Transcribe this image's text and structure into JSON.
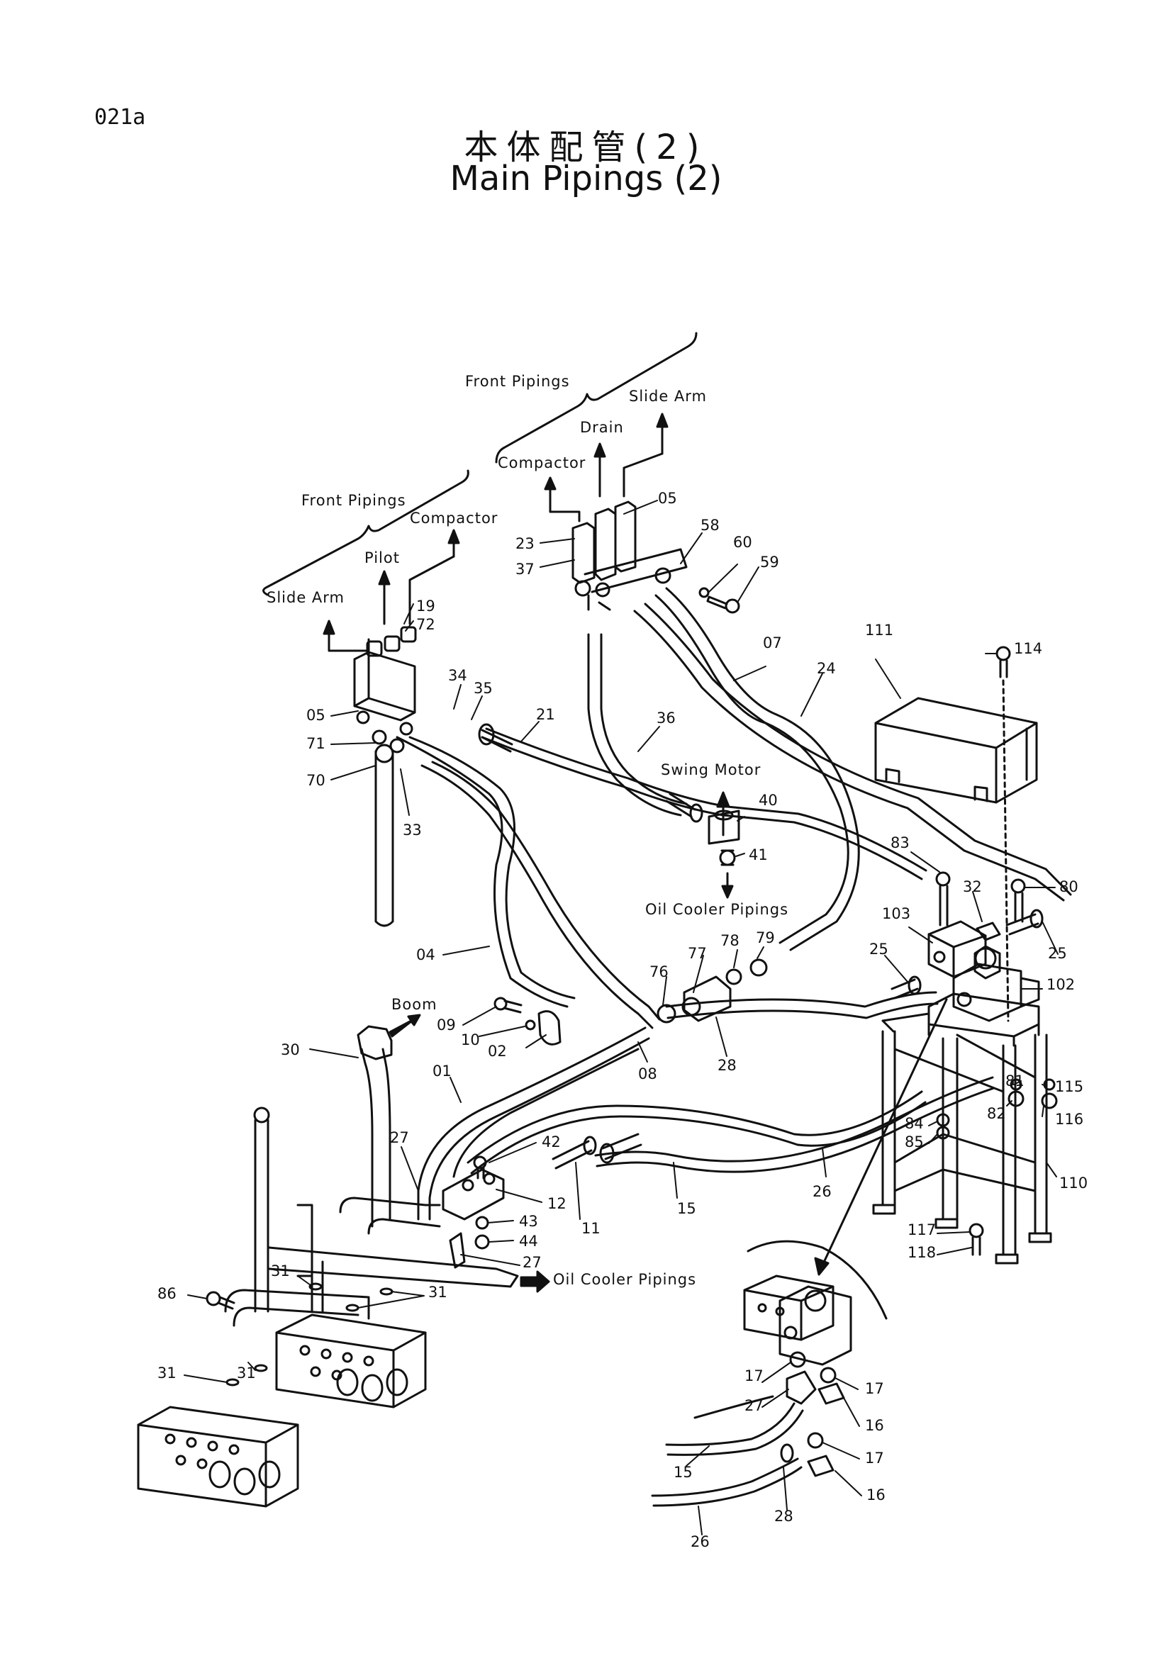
{
  "header": {
    "page_code": "021a",
    "title_jp": "本体配管(2)",
    "title_en": "Main Pipings (2)"
  },
  "labels": {
    "front_pipings_right": "Front Pipings",
    "front_pipings_left": "Front Pipings",
    "slide_arm_right": "Slide Arm",
    "drain": "Drain",
    "compactor_right": "Compactor",
    "compactor_left": "Compactor",
    "pilot": "Pilot",
    "slide_arm_left": "Slide Arm",
    "swing_motor": "Swing Motor",
    "oil_cooler_pipings_mid": "Oil Cooler Pipings",
    "boom": "Boom",
    "oil_cooler_pipings_low": "Oil Cooler Pipings"
  },
  "part_numbers": [
    "05",
    "58",
    "60",
    "59",
    "23",
    "37",
    "19",
    "72",
    "05",
    "34",
    "35",
    "21",
    "36",
    "07",
    "24",
    "111",
    "114",
    "71",
    "70",
    "33",
    "40",
    "41",
    "83",
    "80",
    "32",
    "25",
    "103",
    "102",
    "04",
    "78",
    "79",
    "77",
    "76",
    "25",
    "09",
    "10",
    "02",
    "08",
    "28",
    "30",
    "01",
    "81",
    "115",
    "82",
    "116",
    "84",
    "85",
    "27",
    "42",
    "12",
    "11",
    "15",
    "26",
    "110",
    "43",
    "44",
    "27",
    "117",
    "118",
    "86",
    "31",
    "31",
    "31",
    "31",
    "17",
    "17",
    "27",
    "16",
    "17",
    "15",
    "16",
    "28",
    "26"
  ]
}
